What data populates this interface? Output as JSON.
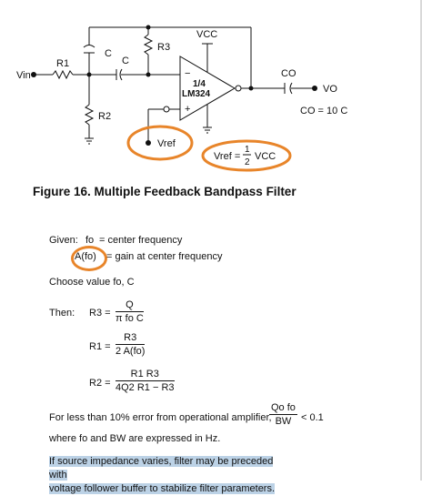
{
  "circuit": {
    "vin": "Vin",
    "r1": "R1",
    "c_top": "C",
    "c_mid": "C",
    "r3": "R3",
    "r2": "R2",
    "vcc": "VCC",
    "opamp_line1": "1/4",
    "opamp_line2": "LM324",
    "minus": "−",
    "plus": "+",
    "co": "CO",
    "vo": "VO",
    "co_eq": "CO = 10 C",
    "vref": "Vref",
    "vref_eq_left": "Vref =",
    "vref_eq_num": "1",
    "vref_eq_den": "2",
    "vref_eq_right": "VCC"
  },
  "caption": "Figure 16. Multiple Feedback Bandpass Filter",
  "given": {
    "label": "Given:",
    "f0": "fo",
    "f0_desc": "= center frequency",
    "a": "A(fo)",
    "a_desc": "= gain at center frequency"
  },
  "choose": "Choose value fo, C",
  "then": {
    "label": "Then:",
    "r3_lhs": "R3 =",
    "r3_num": "Q",
    "r3_den": "π fo C",
    "r1_lhs": "R1 =",
    "r1_num": "R3",
    "r1_den": "2 A(fo)",
    "r2_lhs": "R2 =",
    "r2_num": "R1 R3",
    "r2_den": "4Q2 R1 − R3"
  },
  "error": {
    "text": "For less than 10% error from operational amplifier,",
    "num": "Qo fo",
    "den": "BW",
    "rhs": "< 0.1"
  },
  "where": "where fo and BW are expressed in Hz.",
  "note": {
    "line1": "If source impedance varies, filter may be preceded with",
    "line2": "voltage follower buffer to stabilize filter parameters."
  },
  "colors": {
    "annotation": "#e8852a",
    "highlight": "#bcd2e6"
  }
}
